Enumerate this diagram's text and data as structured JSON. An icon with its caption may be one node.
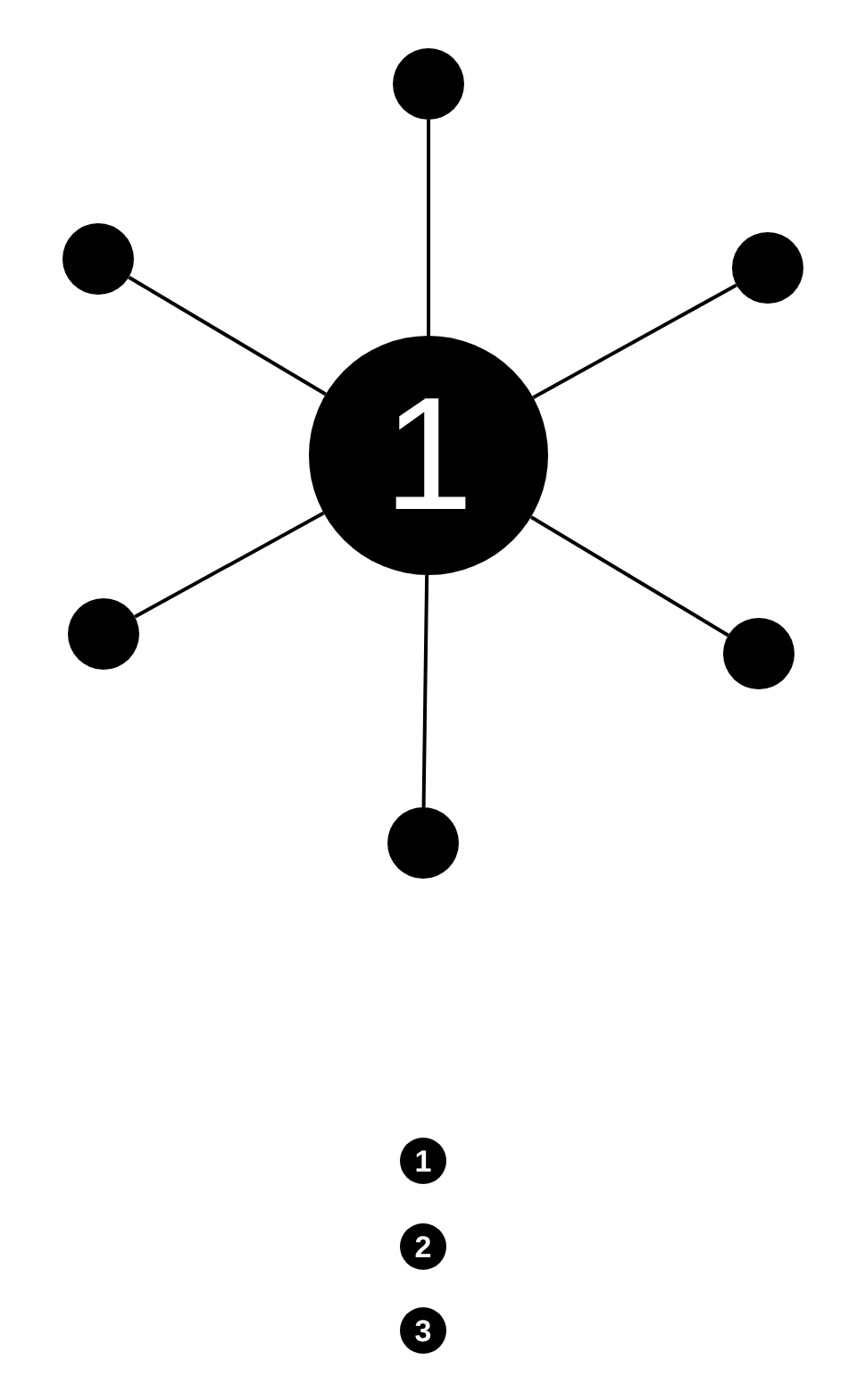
{
  "diagram": {
    "nodes": [
      {
        "text": [],
        "shape": "circle"
      },
      {
        "text": [],
        "shape": "circle"
      },
      {
        "text": [],
        "shape": "circle"
      },
      {
        "text": [
          "1"
        ]
      },
      {
        "text": [],
        "shape": "circle"
      },
      {
        "text": [],
        "shape": "circle"
      },
      {
        "text": [],
        "shape": "circle"
      },
      {
        "text": [
          "1"
        ]
      },
      {
        "text": [
          "2"
        ]
      },
      {
        "text": [
          "3"
        ]
      }
    ],
    "edges": [
      {
        "from": 3,
        "to": 0,
        "arrow": "none"
      },
      {
        "from": 3,
        "to": 1,
        "arrow": "none"
      },
      {
        "from": 3,
        "to": 2,
        "arrow": "none"
      },
      {
        "from": 3,
        "to": 4,
        "arrow": "none"
      },
      {
        "from": 3,
        "to": 5,
        "arrow": "none"
      },
      {
        "from": 3,
        "to": 6,
        "arrow": "none"
      }
    ]
  }
}
